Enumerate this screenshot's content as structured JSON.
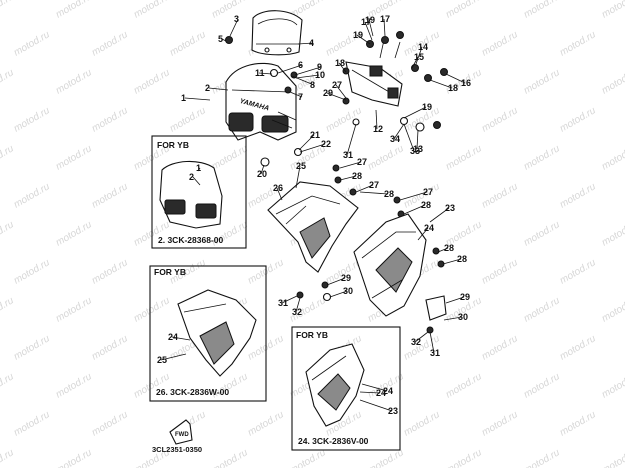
{
  "watermark": "motod.ru",
  "callouts": [
    "1",
    "2",
    "3",
    "4",
    "5",
    "6",
    "7",
    "8",
    "9",
    "10",
    "11",
    "12",
    "13",
    "14",
    "15",
    "16",
    "17",
    "18",
    "19",
    "20",
    "21",
    "22",
    "23",
    "24",
    "25",
    "26",
    "27",
    "28",
    "29",
    "30",
    "31",
    "32",
    "33",
    "34"
  ],
  "inset_yb_1": {
    "title": "FOR YB",
    "caption": "2. 3CK-28368-00"
  },
  "inset_yb_2": {
    "title": "FOR YB",
    "caption": "26. 3CK-2836W-00"
  },
  "inset_yb_3": {
    "title": "FOR YB",
    "caption": "24. 3CK-2836V-00"
  },
  "footer_code": "3CL2351-0350",
  "logo_text": "YAMAHA",
  "fwd_label": "FWD"
}
